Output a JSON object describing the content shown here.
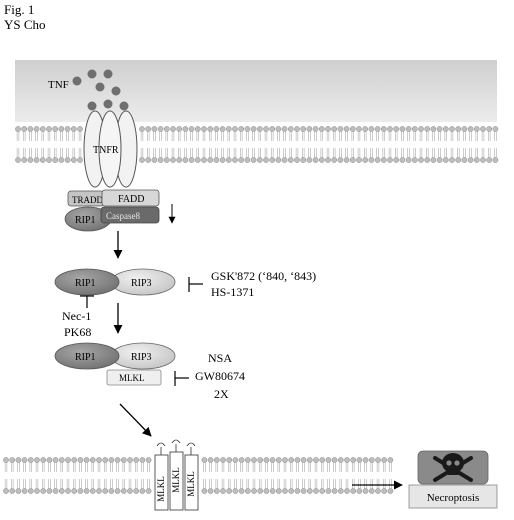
{
  "header": {
    "figure_label": "Fig. 1",
    "author": "YS Cho"
  },
  "membrane_top": {
    "ligand_label": "TNF",
    "receptor_label": "TNFR",
    "adaptors": [
      "TRADD",
      "FADD"
    ],
    "complex": [
      "RIP1",
      "Caspase8"
    ]
  },
  "step2": {
    "proteins": [
      "RIP1",
      "RIP3"
    ],
    "inhibitors": [
      "GSK'872 (‘840, ‘843)",
      "HS-1371"
    ],
    "rip1_inhibitors": [
      "Nec-1",
      "PK68"
    ]
  },
  "step3": {
    "proteins": [
      "RIP1",
      "RIP3",
      "MLKL"
    ],
    "inhibitors": [
      "NSA",
      "GW80674",
      "2X"
    ]
  },
  "membrane_bottom": {
    "pore_labels": [
      "MLKL",
      "MLKL",
      "MLKL"
    ],
    "outcome_label": "Necroptosis"
  },
  "colors": {
    "membrane_band": "#dcdcdc",
    "lipid_head": "#bdbdbd",
    "ligand": "#7a7a7a",
    "dark_node": "#7d7d7d",
    "light_node": "#d5d5d5",
    "caspase": "#6a6a6a",
    "skull_box": "#8a8a8a"
  },
  "icons": [
    "skull-crossbones-icon"
  ]
}
